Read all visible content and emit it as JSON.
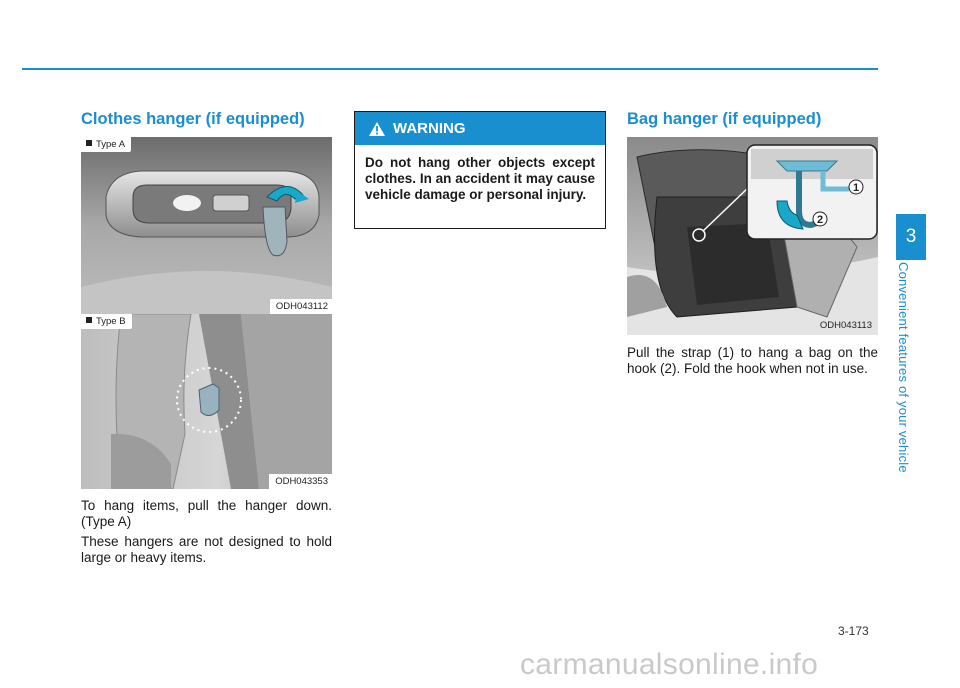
{
  "colors": {
    "accent": "#1a8fd0",
    "text": "#1a1a1a"
  },
  "left": {
    "title": "Clothes hanger (if equipped)",
    "figure_a": {
      "type_label": "Type A",
      "code": "ODH043112"
    },
    "figure_b": {
      "type_label": "Type B",
      "code": "ODH043353"
    },
    "para1": "To hang items, pull the hanger down. (Type A)",
    "para2": "These hangers are not designed to hold large or heavy items."
  },
  "warning": {
    "icon": "warning-triangle-icon",
    "heading": "WARNING",
    "text": "Do not hang other objects except clothes. In an accident it may cause vehicle damage or personal injury."
  },
  "right": {
    "title": "Bag hanger (if equipped)",
    "figure": {
      "code": "ODH043113",
      "callout_1": "1",
      "callout_2": "2"
    },
    "para": "Pull the strap (1) to hang a bag on the hook (2). Fold the hook when not in use."
  },
  "side_tab": {
    "chapter_number": "3",
    "chapter_title": "Convenient features of your vehicle"
  },
  "footer": {
    "page_number": "3-173",
    "watermark": "carmanualsonline.info"
  }
}
